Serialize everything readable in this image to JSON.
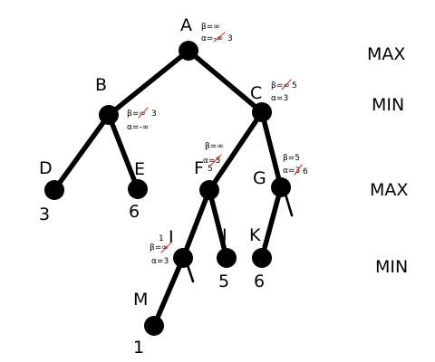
{
  "levels": [
    "MAX",
    "MIN",
    "MAX",
    "MIN"
  ],
  "nodes": {
    "A": {
      "label": "A",
      "beta": "β=∞",
      "alpha_old": "α=-∞",
      "alpha_new": "3"
    },
    "B": {
      "label": "B",
      "beta_old": "β=∞",
      "beta_new": "3",
      "alpha": "α=-∞"
    },
    "C": {
      "label": "C",
      "beta_old": "β=∞",
      "beta_new": "5",
      "alpha": "α=3"
    },
    "D": {
      "label": "D",
      "value": "3"
    },
    "E": {
      "label": "E",
      "value": "6"
    },
    "F": {
      "label": "F",
      "beta": "β=∞",
      "alpha_old": "α=3",
      "alpha_new": "5"
    },
    "G": {
      "label": "G",
      "beta": "β=5",
      "alpha_old": "α=3",
      "alpha_new": "6"
    },
    "I": {
      "label": "I",
      "beta_old": "β=∞",
      "beta_new": "1",
      "alpha": "α=3"
    },
    "J": {
      "label": "J",
      "value": "5"
    },
    "K": {
      "label": "K",
      "value": "6"
    },
    "M": {
      "label": "M",
      "value": "1"
    }
  },
  "colors": {
    "ink": "#000000",
    "strike": "#e0301e"
  }
}
